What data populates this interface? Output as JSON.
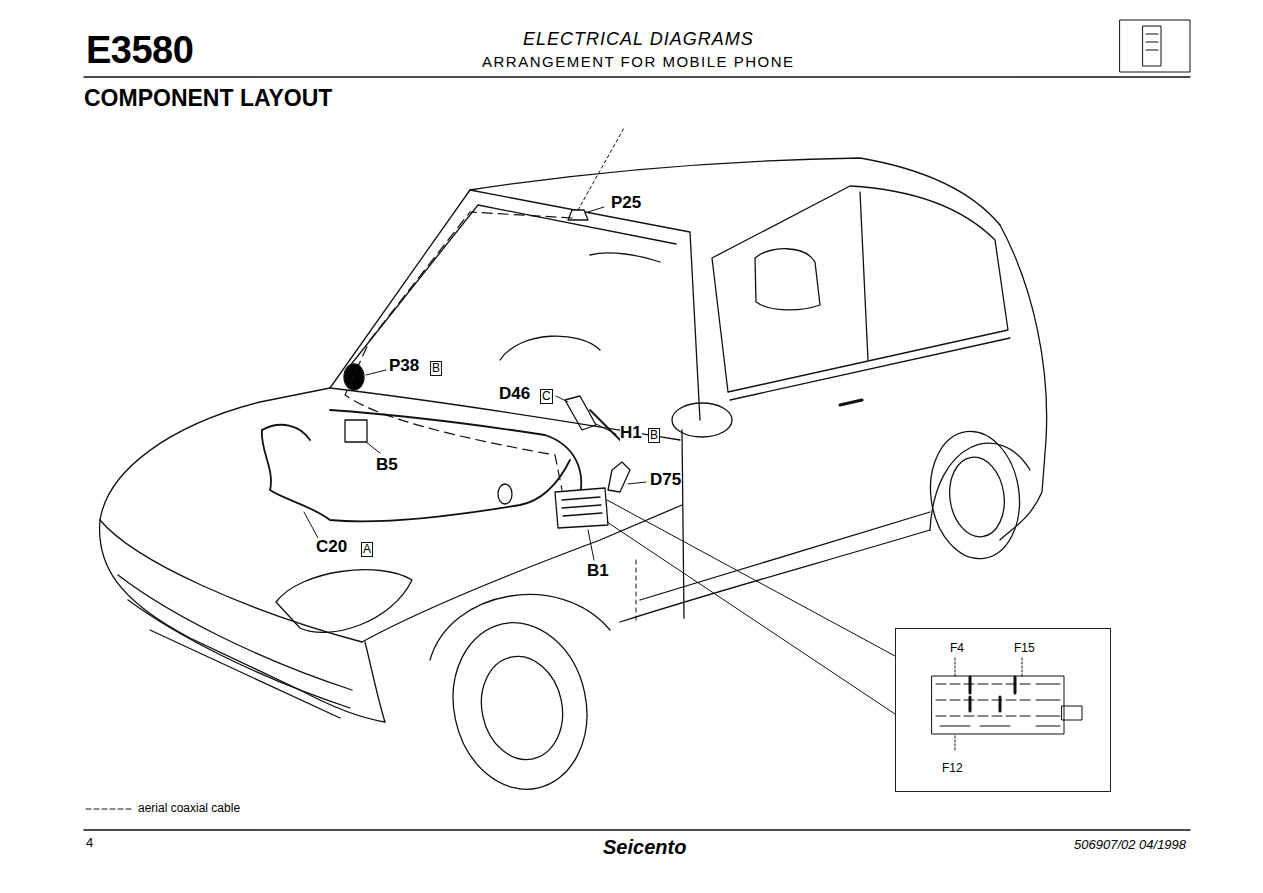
{
  "diagram": {
    "title": "E3580",
    "nodes": [
      {
        "text": [
          "F4",
          "F15",
          "F12"
        ]
      }
    ],
    "labels": [
      "ELECTRICAL DIAGRAMS",
      "ARRANGEMENT FOR MOBILE PHONE",
      "COMPONENT LAYOUT",
      "P25",
      "P38",
      "B",
      "D46",
      "C",
      "H1",
      "B",
      "D75",
      "B5",
      "C20",
      "A",
      "B1",
      "4",
      "Seicento",
      "506907/02 04/1998"
    ],
    "legend": [
      {
        "text": "aerial coaxial cable"
      }
    ]
  }
}
